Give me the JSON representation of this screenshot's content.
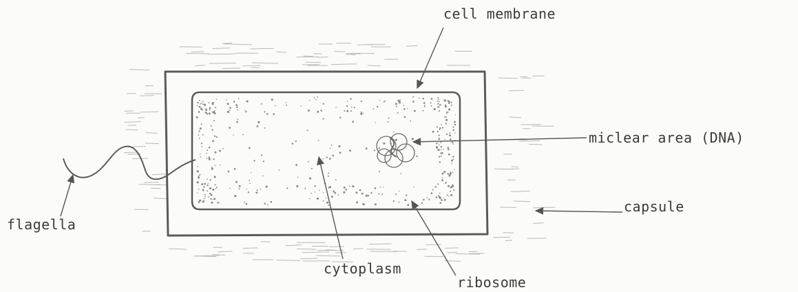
{
  "labels": {
    "cell_membrane": "cell membrane",
    "nuclear_area": "miclear area (DNA)",
    "capsule": "capsule",
    "flagella": "flagella",
    "cytoplasm": "cytoplasm",
    "ribosome": "ribosome"
  },
  "colors": {
    "ink": "#555555",
    "hatch": "#b8b8b8",
    "paper": "#fbfbf9"
  }
}
